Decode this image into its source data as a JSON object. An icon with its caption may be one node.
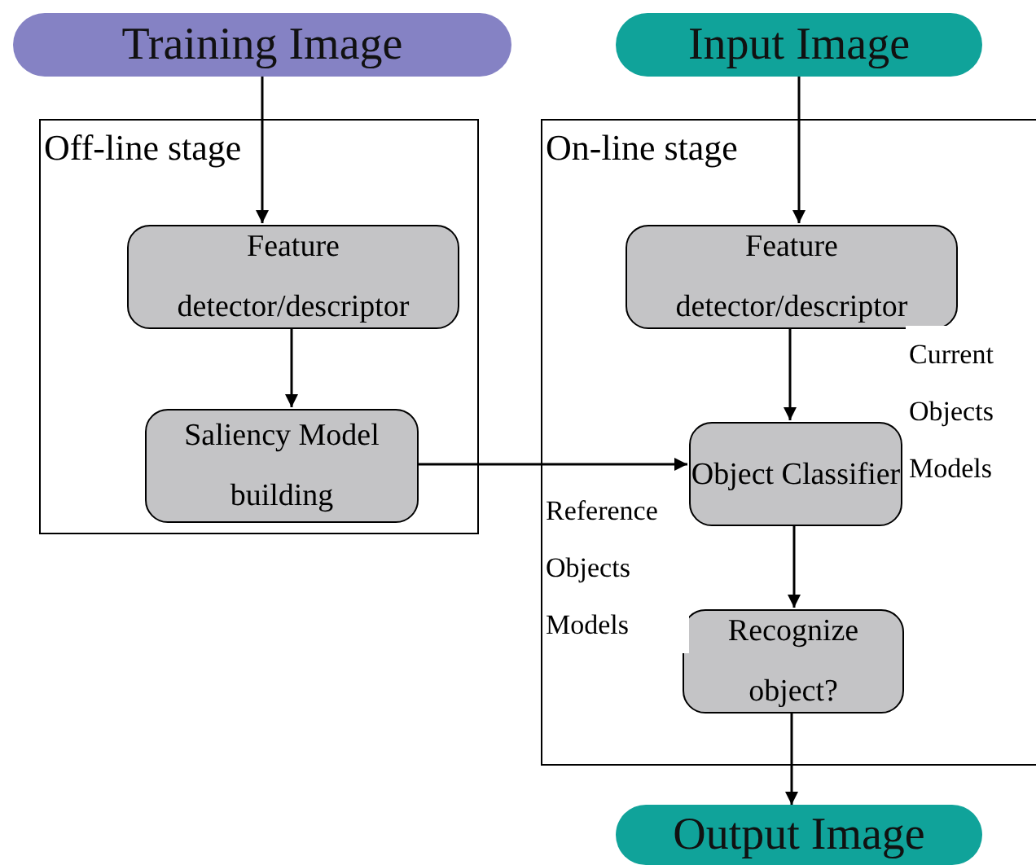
{
  "diagram": {
    "nodes": [
      {
        "text": [
          "Training Image"
        ]
      },
      {
        "text": [
          "Input Image"
        ]
      },
      {
        "text": [
          "Off-line stage"
        ]
      },
      {
        "text": [
          "Feature detector/descriptor"
        ],
        "in": 2
      },
      {
        "text": [
          "Saliency Model building"
        ],
        "in": 2
      },
      {
        "text": [
          "On-line stage"
        ]
      },
      {
        "text": [
          "Feature detector/descriptor"
        ],
        "in": 5
      },
      {
        "text": [
          "Object Classifier"
        ],
        "in": 5
      },
      {
        "text": [
          "Recognize object?"
        ],
        "in": 5
      },
      {
        "text": [
          "Output Image"
        ]
      }
    ],
    "edges": [
      {
        "from": 0,
        "to": 3,
        "arrow": "to"
      },
      {
        "from": 3,
        "to": 4,
        "arrow": "to"
      },
      {
        "from": 4,
        "to": 7,
        "arrow": "to"
      },
      {
        "from": 1,
        "to": 6,
        "arrow": "to"
      },
      {
        "from": 6,
        "to": 7,
        "arrow": "to"
      },
      {
        "from": 7,
        "to": 8,
        "arrow": "to"
      },
      {
        "from": 8,
        "to": 9,
        "arrow": "to"
      }
    ],
    "labels": [
      "Current Objects Models",
      "Reference Objects Models"
    ]
  }
}
